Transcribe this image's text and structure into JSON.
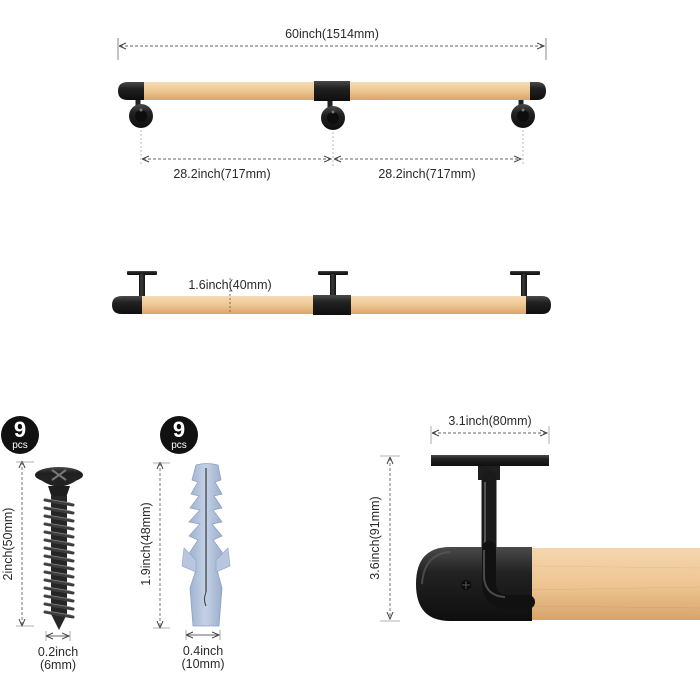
{
  "dimensions": {
    "total_length": "60inch(1514mm)",
    "left_span": "28.2inch(717mm)",
    "right_span": "28.2inch(717mm)",
    "diameter": "1.6inch(40mm)",
    "screw_length": "2inch(50mm)",
    "screw_width_line1": "0.2inch",
    "screw_width_line2": "(6mm)",
    "anchor_length": "1.9inch(48mm)",
    "anchor_width_line1": "0.4inch",
    "anchor_width_line2": "(10mm)",
    "bracket_width": "3.1inch(80mm)",
    "bracket_height": "3.6inch(91mm)"
  },
  "badges": {
    "screws": {
      "count": "9",
      "unit": "pcs"
    },
    "anchors": {
      "count": "9",
      "unit": "pcs"
    }
  },
  "colors": {
    "wood_light": "#f3d2a6",
    "wood_dark": "#d9a56c",
    "metal": "#1c1c1c",
    "anchor": "#b3c3dc",
    "dimension_line": "#444444"
  },
  "icons": {
    "screw": "screw-icon",
    "anchor": "wall-anchor-icon",
    "bracket": "wall-bracket-icon"
  }
}
